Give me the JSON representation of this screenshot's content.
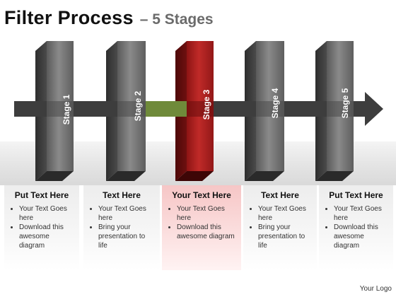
{
  "title": {
    "main": "Filter Process",
    "sub": "– 5 Stages"
  },
  "stages": [
    {
      "label": "Stage 1"
    },
    {
      "label": "Stage 2"
    },
    {
      "label": "Stage 3"
    },
    {
      "label": "Stage 4"
    },
    {
      "label": "Stage 5"
    }
  ],
  "colors": {
    "panel": "#6e6e6e",
    "panel_side": "#3c3c3c",
    "panel_highlight": "#a8201f",
    "panel_highlight_side": "#5c0c0c",
    "arrow": "#3d3d3d",
    "arrow_segment_highlight": "#6f8a3a"
  },
  "columns": [
    {
      "heading": "Put Text Here",
      "bullets": [
        "Your Text Goes here",
        "Download this awesome diagram"
      ]
    },
    {
      "heading": "Text Here",
      "bullets": [
        "Your Text Goes here",
        "Bring your presentation to life"
      ]
    },
    {
      "heading": "Your Text Here",
      "bullets": [
        "Your Text Goes here",
        "Download this awesome diagram"
      ],
      "highlighted": true
    },
    {
      "heading": "Text Here",
      "bullets": [
        "Your Text Goes here",
        "Bring your presentation to life"
      ]
    },
    {
      "heading": "Put Text Here",
      "bullets": [
        "Your Text Goes here",
        "Download this awesome diagram"
      ]
    }
  ],
  "footer": {
    "logo_text": "Your Logo"
  }
}
